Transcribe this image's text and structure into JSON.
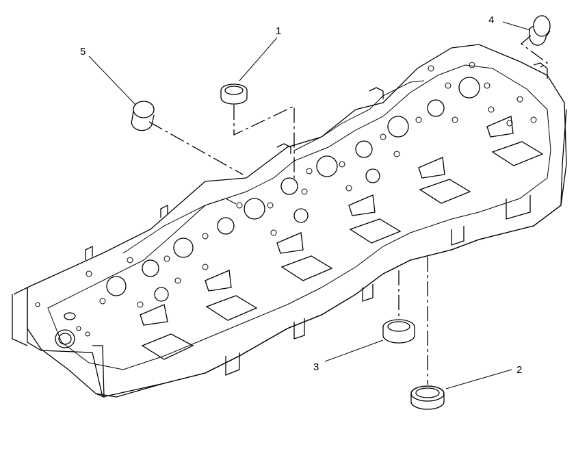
{
  "diagram": {
    "colors": {
      "ink": "#000000",
      "paper": "#ffffff"
    },
    "callouts": [
      {
        "id": "1",
        "label": "1"
      },
      {
        "id": "2",
        "label": "2"
      },
      {
        "id": "3",
        "label": "3"
      },
      {
        "id": "4",
        "label": "4"
      },
      {
        "id": "5",
        "label": "5"
      }
    ]
  }
}
